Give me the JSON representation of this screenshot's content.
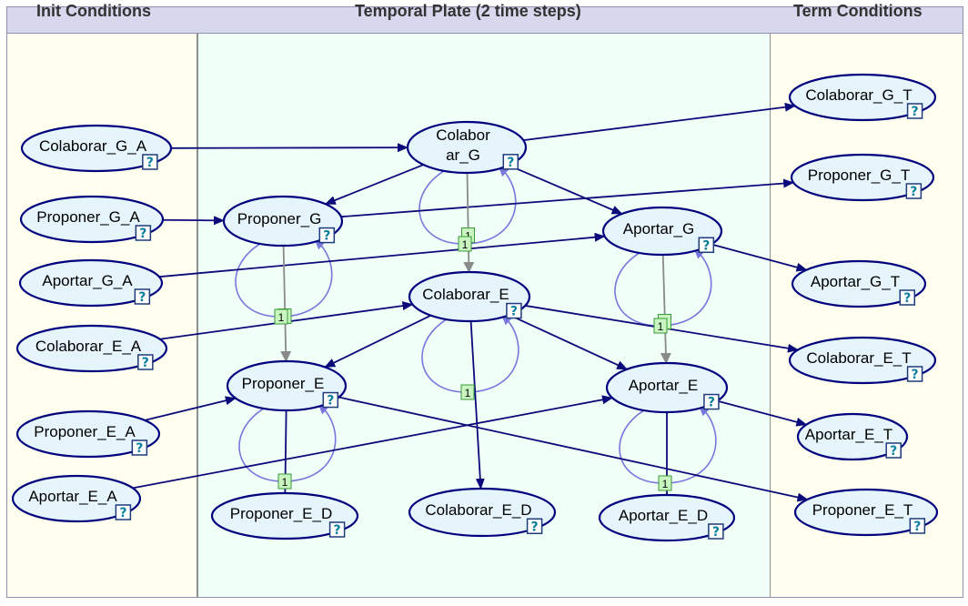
{
  "sections": {
    "init": "Init Conditions",
    "temporal": "Temporal Plate (2 time steps)",
    "term": "Term Conditions"
  },
  "colors": {
    "node_fill": "#e6f4fb",
    "node_stroke": "#00007f",
    "arc": "#0a0a7a",
    "temporal_arc": "#8a8a8a",
    "self_loop": "#7777dd",
    "badge_fill": "#c8f5c0",
    "init_bg": "#ffffef",
    "temporal_bg": "#f0fff7"
  },
  "nodes": [
    {
      "id": "colaborar_g_a",
      "lines": [
        "Colaborar_G_A"
      ]
    },
    {
      "id": "proponer_g_a",
      "lines": [
        "Proponer_G_A"
      ]
    },
    {
      "id": "aportar_g_a",
      "lines": [
        "Aportar_G_A"
      ]
    },
    {
      "id": "colaborar_e_a",
      "lines": [
        "Colaborar_E_A"
      ]
    },
    {
      "id": "proponer_e_a",
      "lines": [
        "Proponer_E_A"
      ]
    },
    {
      "id": "aportar_e_a",
      "lines": [
        "Aportar_E_A"
      ]
    },
    {
      "id": "colaborar_g",
      "lines": [
        "Colabor",
        "ar_G"
      ]
    },
    {
      "id": "proponer_g",
      "lines": [
        "Proponer_G"
      ]
    },
    {
      "id": "aportar_g",
      "lines": [
        "Aportar_G"
      ]
    },
    {
      "id": "colaborar_e",
      "lines": [
        "Colaborar_E"
      ]
    },
    {
      "id": "proponer_e",
      "lines": [
        "Proponer_E"
      ]
    },
    {
      "id": "aportar_e",
      "lines": [
        "Aportar_E"
      ]
    },
    {
      "id": "proponer_e_d",
      "lines": [
        "Proponer_E_D"
      ]
    },
    {
      "id": "colaborar_e_d",
      "lines": [
        "Colaborar_E_D"
      ]
    },
    {
      "id": "aportar_e_d",
      "lines": [
        "Aportar_E_D"
      ]
    },
    {
      "id": "colaborar_g_t",
      "lines": [
        "Colaborar_G_T"
      ]
    },
    {
      "id": "proponer_g_t",
      "lines": [
        "Proponer_G_T"
      ]
    },
    {
      "id": "aportar_g_t",
      "lines": [
        "Aportar_G_T"
      ]
    },
    {
      "id": "colaborar_e_t",
      "lines": [
        "Colaborar_E_T"
      ]
    },
    {
      "id": "aportar_e_t",
      "lines": [
        "Aportar_E_T"
      ]
    },
    {
      "id": "proponer_e_t",
      "lines": [
        "Proponer_E_T"
      ]
    }
  ],
  "edges": [
    {
      "from": "colaborar_g_a",
      "to": "colaborar_g"
    },
    {
      "from": "proponer_g_a",
      "to": "proponer_g"
    },
    {
      "from": "aportar_g_a",
      "to": "aportar_g"
    },
    {
      "from": "colaborar_e_a",
      "to": "colaborar_e"
    },
    {
      "from": "proponer_e_a",
      "to": "proponer_e"
    },
    {
      "from": "aportar_e_a",
      "to": "aportar_e"
    },
    {
      "from": "colaborar_g",
      "to": "colaborar_g_t"
    },
    {
      "from": "colaborar_g",
      "to": "proponer_g"
    },
    {
      "from": "colaborar_g",
      "to": "aportar_g"
    },
    {
      "from": "proponer_g",
      "to": "proponer_g_t"
    },
    {
      "from": "aportar_g",
      "to": "aportar_g_t"
    },
    {
      "from": "colaborar_e",
      "to": "proponer_e"
    },
    {
      "from": "colaborar_e",
      "to": "aportar_e"
    },
    {
      "from": "colaborar_e",
      "to": "colaborar_e_t"
    },
    {
      "from": "colaborar_e",
      "to": "colaborar_e_d"
    },
    {
      "from": "proponer_e",
      "to": "proponer_e_t"
    },
    {
      "from": "proponer_e",
      "to": "proponer_e_d",
      "arrow": false
    },
    {
      "from": "aportar_e",
      "to": "aportar_e_t"
    },
    {
      "from": "aportar_e",
      "to": "aportar_e_d",
      "arrow": false
    }
  ],
  "temporal_edges": [
    {
      "from": "colaborar_g",
      "to": "colaborar_e",
      "badge": "1"
    },
    {
      "from": "proponer_g",
      "to": "proponer_e",
      "badge": "1"
    },
    {
      "from": "aportar_g",
      "to": "aportar_e",
      "badge": "1"
    }
  ],
  "self_loops": [
    {
      "node": "colaborar_g",
      "badge": "1"
    },
    {
      "node": "proponer_g",
      "badge": "1"
    },
    {
      "node": "aportar_g",
      "badge": "1"
    },
    {
      "node": "colaborar_e",
      "badge": "1"
    },
    {
      "node": "proponer_e",
      "badge": "1"
    },
    {
      "node": "aportar_e",
      "badge": "1"
    }
  ],
  "help_icon_glyph": "?"
}
